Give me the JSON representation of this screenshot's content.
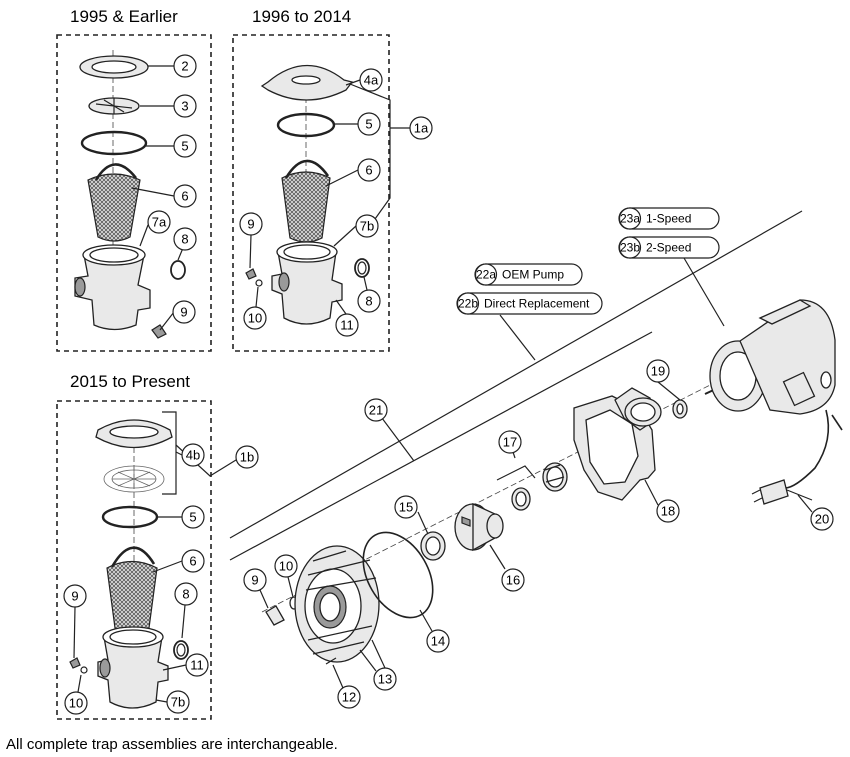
{
  "headers": {
    "h1995": "1995 & Earlier",
    "h1996": "1996 to 2014",
    "h2015": "2015 to Present"
  },
  "footer": "All complete trap assemblies are interchangeable.",
  "callouts": {
    "c1995_2": "2",
    "c1995_3": "3",
    "c1995_5": "5",
    "c1995_6": "6",
    "c1995_7a": "7a",
    "c1995_8": "8",
    "c1995_9": "9",
    "c1996_4a": "4a",
    "c1996_5": "5",
    "c1996_1a": "1a",
    "c1996_6": "6",
    "c1996_9": "9",
    "c1996_7b": "7b",
    "c1996_10": "10",
    "c1996_8": "8",
    "c1996_11": "11",
    "c2015_4b": "4b",
    "c2015_1b": "1b",
    "c2015_5": "5",
    "c2015_6": "6",
    "c2015_8": "8",
    "c2015_9": "9",
    "c2015_11": "11",
    "c2015_10": "10",
    "c2015_7b": "7b",
    "c21": "21",
    "c19": "19",
    "c17": "17",
    "c15": "15",
    "c18": "18",
    "c16": "16",
    "c20": "20",
    "c9": "9",
    "c10": "10",
    "c14": "14",
    "c13": "13",
    "c12": "12"
  },
  "pills": {
    "p23a": {
      "code": "23a",
      "label": "1-Speed"
    },
    "p23b": {
      "code": "23b",
      "label": "2-Speed"
    },
    "p22a": {
      "code": "22a",
      "label": "OEM Pump"
    },
    "p22b": {
      "code": "22b",
      "label": "Direct Replacement"
    }
  }
}
